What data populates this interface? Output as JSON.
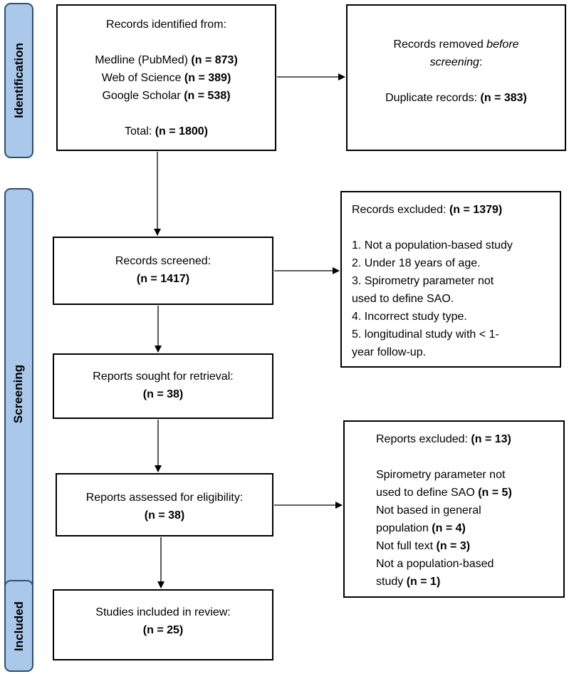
{
  "phases": {
    "identification": "Identification",
    "screening": "Screening",
    "included": "Included"
  },
  "identified": {
    "heading": "Records identified from:",
    "sources": [
      {
        "name": "Medline (PubMed)",
        "count": "(n = 873)"
      },
      {
        "name": "Web of Science",
        "count": "(n = 389)"
      },
      {
        "name": "Google Scholar",
        "count": "(n = 538)"
      }
    ],
    "total_label": "Total:",
    "total_count": "(n = 1800)"
  },
  "removed": {
    "line1_prefix": "Records removed",
    "line1_italic": "before",
    "line2_italic": "screening",
    "line2_suffix": ":",
    "duplicates_label": "Duplicate records:",
    "duplicates_count": "(n = 383)"
  },
  "screened": {
    "label": "Records screened:",
    "count": "(n = 1417)"
  },
  "excluded_records": {
    "label": "Records excluded:",
    "count": "(n = 1379)",
    "lines": [
      "1. Not a population-based study",
      "2. Under 18 years of age.",
      "3. Spirometry parameter not",
      "used to define SAO.",
      "4. Incorrect study type.",
      "5. longitudinal study with < 1-",
      "year follow-up."
    ]
  },
  "sought": {
    "label": "Reports sought for retrieval:",
    "count": "(n = 38)"
  },
  "assessed": {
    "label": "Reports assessed for eligibility:",
    "count": "(n = 38)"
  },
  "excluded_reports": {
    "label": "Reports excluded:",
    "count": "(n = 13)",
    "items": [
      {
        "l1": "Spirometry parameter not",
        "l2": "used to define SAO",
        "count": "(n = 5)"
      },
      {
        "l1": "Not based in general",
        "l2": "population",
        "count": "(n = 4)"
      },
      {
        "l1": "",
        "l2": "Not full text",
        "count": "(n = 3)"
      },
      {
        "l1": "Not a population-based",
        "l2": "study",
        "count": "(n = 1)"
      }
    ]
  },
  "included": {
    "label": "Studies included in review:",
    "count": "(n = 25)"
  }
}
